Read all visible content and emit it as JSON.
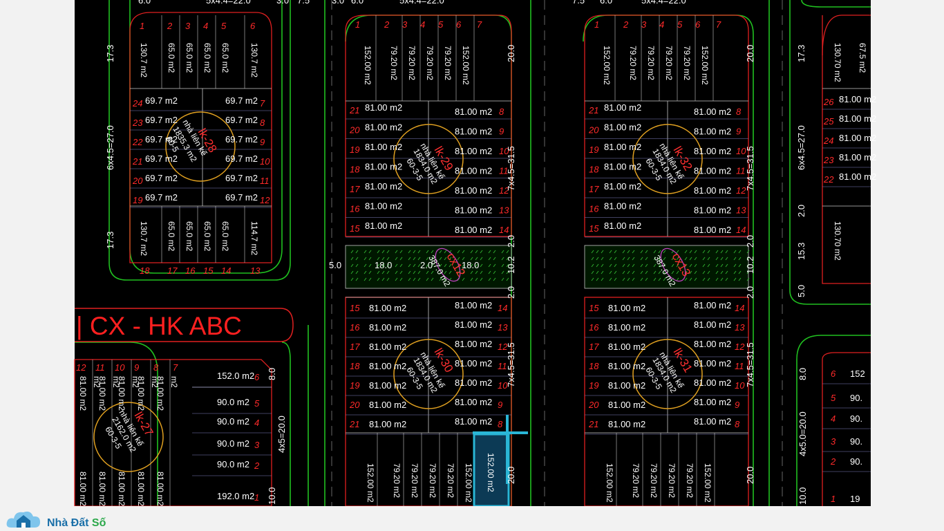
{
  "colors": {
    "background": "#000000",
    "road_edge": "#20c020",
    "lot_label": "#ffffff",
    "lot_number": "#ff2a2a",
    "block_ring": "#e0a020",
    "highlight": "#2ab6d6",
    "page": "#f2f2f2",
    "brand_blue": "#1a6fa8",
    "brand_green": "#2ba84a"
  },
  "brand": {
    "name_main": "Nhà Đất ",
    "name_accent": "Số",
    "icon": "house-cloud-logo"
  },
  "banner": {
    "text": "| CX - HK ABC"
  },
  "top_dims": {
    "a": "6.0",
    "b": "3.0",
    "c": "7.5",
    "d": "5x4.4=22.0",
    "e": "6.0",
    "f": "3.0",
    "g": "7.5",
    "h": "6.0",
    "i": "5x4.4=22.0"
  },
  "blocks": {
    "k28": {
      "name": "lk-28",
      "use": "nhà liên kế",
      "area": "1835.3 m2",
      "lot_no": "60-5",
      "top_lots": [
        "130.7 m2",
        "65.0 m2",
        "65.0 m2",
        "65.0 m2",
        "65.0 m2",
        "130.7 m2"
      ],
      "top_nums": [
        "1",
        "2",
        "3",
        "4",
        "5",
        "6"
      ],
      "side_lots": [
        "69.7 m2",
        "69.7 m2",
        "69.7 m2",
        "69.7 m2",
        "69.7 m2",
        "69.7 m2"
      ],
      "left_nums": [
        "24",
        "23",
        "22",
        "21",
        "20",
        "19"
      ],
      "right_nums": [
        "7",
        "8",
        "9",
        "10",
        "11",
        "12"
      ],
      "bottom_lots": [
        "130.7 m2",
        "65.0 m2",
        "65.0 m2",
        "65.0 m2",
        "65.0 m2",
        "114.7 m2"
      ],
      "bottom_nums": [
        "18",
        "17",
        "16",
        "15",
        "14",
        "13"
      ],
      "dims": {
        "h1": "17.3",
        "h2": "6x4.5=27.0",
        "h3": "17.3"
      }
    },
    "k29": {
      "name": "lk-29",
      "use": "nhà liên kế",
      "area": "1834.0 m2",
      "lot_no": "60-3-5",
      "top_lots": [
        "152.00 m2",
        "79.20 m2",
        "79.20 m2",
        "79.20 m2",
        "79.20 m2",
        "152.00 m2"
      ],
      "top_nums": [
        "1",
        "2",
        "3",
        "4",
        "5",
        "6",
        "7"
      ],
      "lots": [
        "81.00 m2",
        "81.00 m2",
        "81.00 m2",
        "81.00 m2",
        "81.00 m2",
        "81.00 m2",
        "81.00 m2"
      ],
      "left_nums": [
        "21",
        "20",
        "19",
        "18",
        "17",
        "16",
        "15"
      ],
      "right_nums": [
        "8",
        "9",
        "10",
        "11",
        "12",
        "13",
        "14"
      ],
      "dims": {
        "v1": "20.0",
        "v2": "7x4.5=31.5"
      }
    },
    "k32": {
      "name": "lk-32",
      "use": "nhà liên kế",
      "area": "1834.0 m2",
      "lot_no": "60-3-5",
      "top_lots": [
        "152.00 m2",
        "79.20 m2",
        "79.20 m2",
        "79.20 m2",
        "79.20 m2",
        "152.00 m2"
      ],
      "top_nums": [
        "1",
        "2",
        "3",
        "4",
        "5",
        "6",
        "7"
      ],
      "lots": [
        "81.00 m2",
        "81.00 m2",
        "81.00 m2",
        "81.00 m2",
        "81.00 m2",
        "81.00 m2",
        "81.00 m2"
      ],
      "left_nums": [
        "21",
        "20",
        "19",
        "18",
        "17",
        "16",
        "15"
      ],
      "right_nums": [
        "8",
        "9",
        "10",
        "11",
        "12",
        "13",
        "14"
      ],
      "dims": {
        "v1": "20.0",
        "v2": "7x4.5=31.5"
      }
    },
    "cx12": {
      "name": "cx12",
      "area": "387.0 m2",
      "dims": {
        "a": "5.0",
        "b": "18.0",
        "c": "2.0",
        "d": "18.0",
        "v1": "2.0",
        "v2": "10.2",
        "v3": "2.0"
      }
    },
    "cx13": {
      "name": "cx13",
      "area": "387.0 m2",
      "dims": {
        "v1": "2.0",
        "v2": "10.2",
        "v3": "2.0"
      }
    },
    "k30": {
      "name": "lk-30",
      "use": "nhà liên kế",
      "area": "1834.0 m2",
      "lot_no": "60-3-5",
      "lots": [
        "81.00 m2",
        "81.00 m2",
        "81.00 m2",
        "81.00 m2",
        "81.00 m2",
        "81.00 m2",
        "81.00 m2"
      ],
      "left_nums": [
        "15",
        "16",
        "17",
        "18",
        "19",
        "20",
        "21"
      ],
      "right_nums": [
        "14",
        "13",
        "12",
        "11",
        "10",
        "9",
        "8"
      ],
      "bottom_lots": [
        "152.00 m2",
        "79.20 m2",
        "79.20 m2",
        "79.20 m2",
        "79.20 m2",
        "152.00 m2"
      ],
      "dims": {
        "v1": "7x4.5=31.5",
        "v2": "20.0"
      }
    },
    "k31": {
      "name": "lk-31",
      "use": "nhà liên kế",
      "area": "1834.0 m2",
      "lot_no": "60-3-5",
      "lots": [
        "81.00 m2",
        "81.00 m2",
        "81.00 m2",
        "81.00 m2",
        "81.00 m2",
        "81.00 m2",
        "81.00 m2"
      ],
      "left_nums": [
        "15",
        "16",
        "17",
        "18",
        "19",
        "20",
        "21"
      ],
      "right_nums": [
        "14",
        "13",
        "12",
        "11",
        "10",
        "9",
        "8"
      ],
      "bottom_lots": [
        "152.00 m2",
        "79.20 m2",
        "79.20 m2",
        "79.20 m2",
        "79.20 m2",
        "152.00 m2"
      ],
      "dims": {
        "v1": "7x4.5=31.5",
        "v2": "20.0"
      }
    },
    "k27": {
      "name": "lk-27",
      "use": "nhà liên kế",
      "area": "2162.0 m2",
      "lot_no": "60-3-5",
      "col_lots": [
        "81.00 m2",
        "81.00 m2",
        "81.00 m2",
        "81.00 m2",
        "81.00 m2"
      ],
      "col_nums": [
        "12",
        "11",
        "10",
        "9",
        "8",
        "7"
      ],
      "right_lots": [
        "152.0 m2",
        "90.0 m2",
        "90.0 m2",
        "90.0 m2",
        "90.0 m2",
        "192.0 m2"
      ],
      "right_nums": [
        "6",
        "5",
        "4",
        "3",
        "2",
        "1"
      ],
      "dims": {
        "v1": "8.0",
        "v2": "4x5=20.0",
        "v3": "10.0"
      }
    },
    "right": {
      "top_lots": [
        "130.70 m2",
        "67.5 m2"
      ],
      "lots": [
        "81.00 m2",
        "81.00 m2",
        "81.00 m2",
        "81.00 m2",
        "81.00 m2"
      ],
      "nums": [
        "26",
        "25",
        "24",
        "23",
        "22"
      ],
      "bottom_lot": "130.70 m2",
      "dims": {
        "a": "17.3",
        "b": "6x4.5=27.0",
        "c": "2.0",
        "d": "15.3",
        "e": "5.0"
      },
      "bl_lots": [
        "152",
        "90.",
        "90.",
        "90.",
        "90.",
        "19"
      ],
      "bl_nums": [
        "6",
        "5",
        "4",
        "3",
        "2",
        "1"
      ],
      "bl_dims": {
        "a": "8.0",
        "b": "4x5.0=20.0",
        "c": "10.0"
      }
    }
  }
}
